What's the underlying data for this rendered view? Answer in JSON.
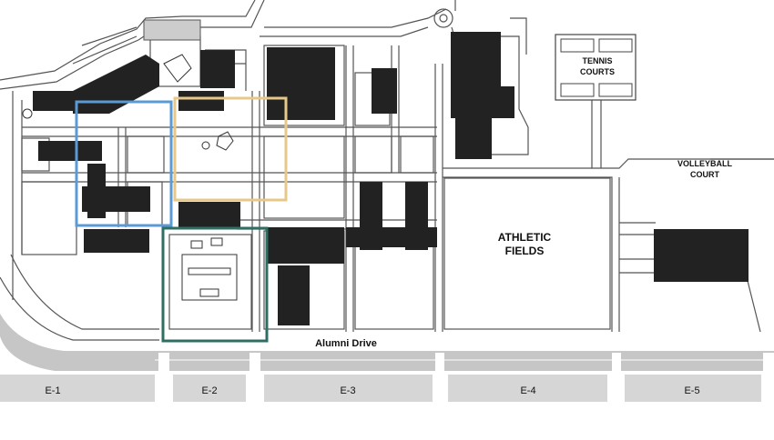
{
  "map": {
    "labels": {
      "tennis_line1": "TENNIS",
      "tennis_line2": "COURTS",
      "volleyball_line1": "VOLLEYBALL",
      "volleyball_line2": "COURT",
      "athletic_line1": "ATHLETIC",
      "athletic_line2": "FIELDS",
      "street": "Alumni Drive"
    },
    "parking_lots": [
      "E-1",
      "E-2",
      "E-3",
      "E-4",
      "E-5"
    ],
    "highlight_colors": {
      "blue": "#5b9bd5",
      "gold": "#e6c98a",
      "teal": "#2e6e64"
    },
    "colors": {
      "building": "#222222",
      "road": "#c6c6c6",
      "lot": "#d6d6d6",
      "line": "#555555"
    }
  }
}
